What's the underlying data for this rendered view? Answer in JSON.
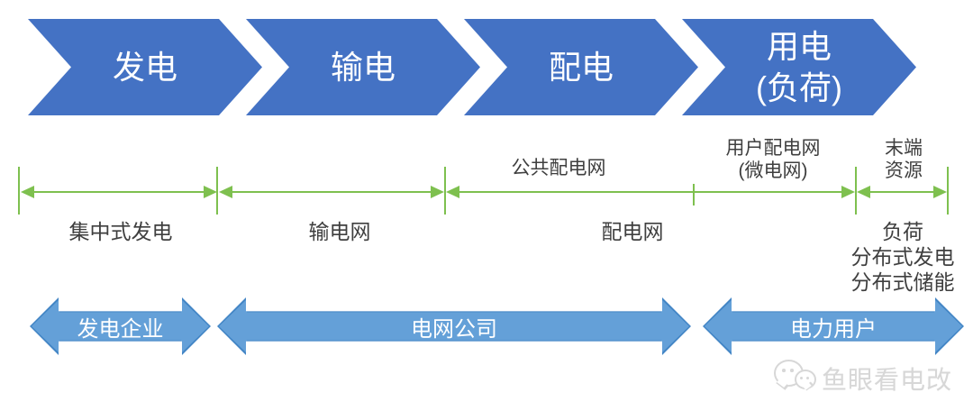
{
  "colors": {
    "chevron_blue": "#4472c4",
    "arrow_fill": "#64a0d8",
    "arrow_border": "#4285c5",
    "green": "#7ec04f",
    "text_dark": "#3f3f3f",
    "watermark_gray": "#d7d7d7"
  },
  "chevrons": [
    {
      "label": "发电",
      "sublabel": ""
    },
    {
      "label": "输电",
      "sublabel": ""
    },
    {
      "label": "配电",
      "sublabel": ""
    },
    {
      "label": "用电",
      "sublabel": "(负荷)"
    }
  ],
  "dimensions": {
    "above_labels": [
      {
        "line1": "公共配电网",
        "line2": ""
      },
      {
        "line1": "用户配电网",
        "line2": "(微电网)"
      },
      {
        "line1": "末端",
        "line2": "资源"
      }
    ],
    "below_labels": [
      {
        "text": "集中式发电"
      },
      {
        "text": "输电网"
      },
      {
        "text": "配电网"
      }
    ],
    "right_stack": [
      "负荷",
      "分布式发电",
      "分布式储能"
    ]
  },
  "actors": [
    {
      "label": "发电企业"
    },
    {
      "label": "电网公司"
    },
    {
      "label": "电力用户"
    }
  ],
  "watermark": {
    "text": "鱼眼看电改",
    "logo": "wechat-icon"
  }
}
